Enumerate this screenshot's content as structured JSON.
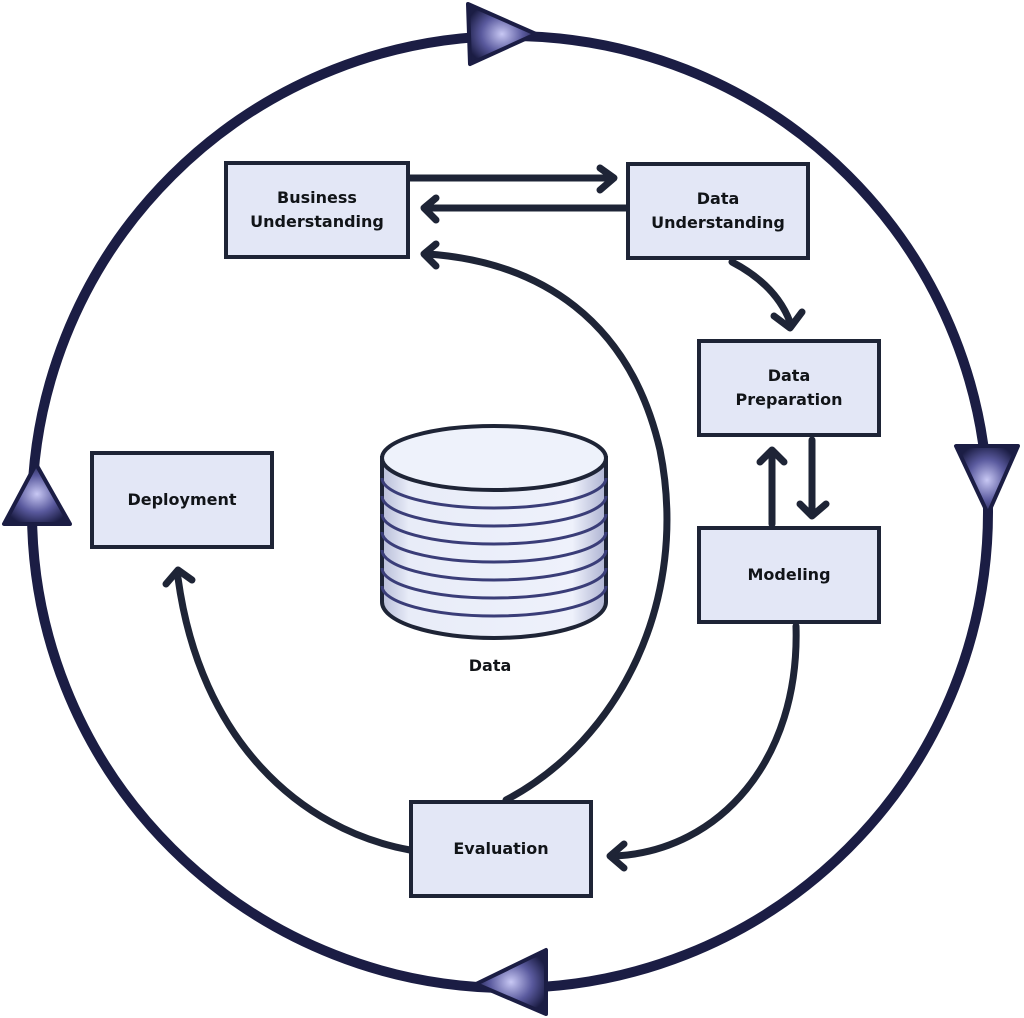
{
  "title": "CRISP-DM Process",
  "colors": {
    "outline": "#1e2436",
    "box_fill": "#e3e7f6",
    "cycle_ring": "#1b1d44",
    "arrowhead_highlight": "#b9b9f0"
  },
  "phases": {
    "business_understanding": "Business\nUnderstanding",
    "data_understanding": "Data\nUnderstanding",
    "data_preparation": "Data\nPreparation",
    "modeling": "Modeling",
    "evaluation": "Evaluation",
    "deployment": "Deployment"
  },
  "center": {
    "label": "Data",
    "icon": "database-icon"
  },
  "flows": [
    {
      "from": "Business Understanding",
      "to": "Data Understanding"
    },
    {
      "from": "Data Understanding",
      "to": "Business Understanding"
    },
    {
      "from": "Data Understanding",
      "to": "Data Preparation"
    },
    {
      "from": "Data Preparation",
      "to": "Modeling"
    },
    {
      "from": "Modeling",
      "to": "Data Preparation"
    },
    {
      "from": "Modeling",
      "to": "Evaluation"
    },
    {
      "from": "Evaluation",
      "to": "Business Understanding"
    },
    {
      "from": "Evaluation",
      "to": "Deployment"
    }
  ],
  "outer_cycle": {
    "direction": "clockwise",
    "arrowheads": 4
  }
}
